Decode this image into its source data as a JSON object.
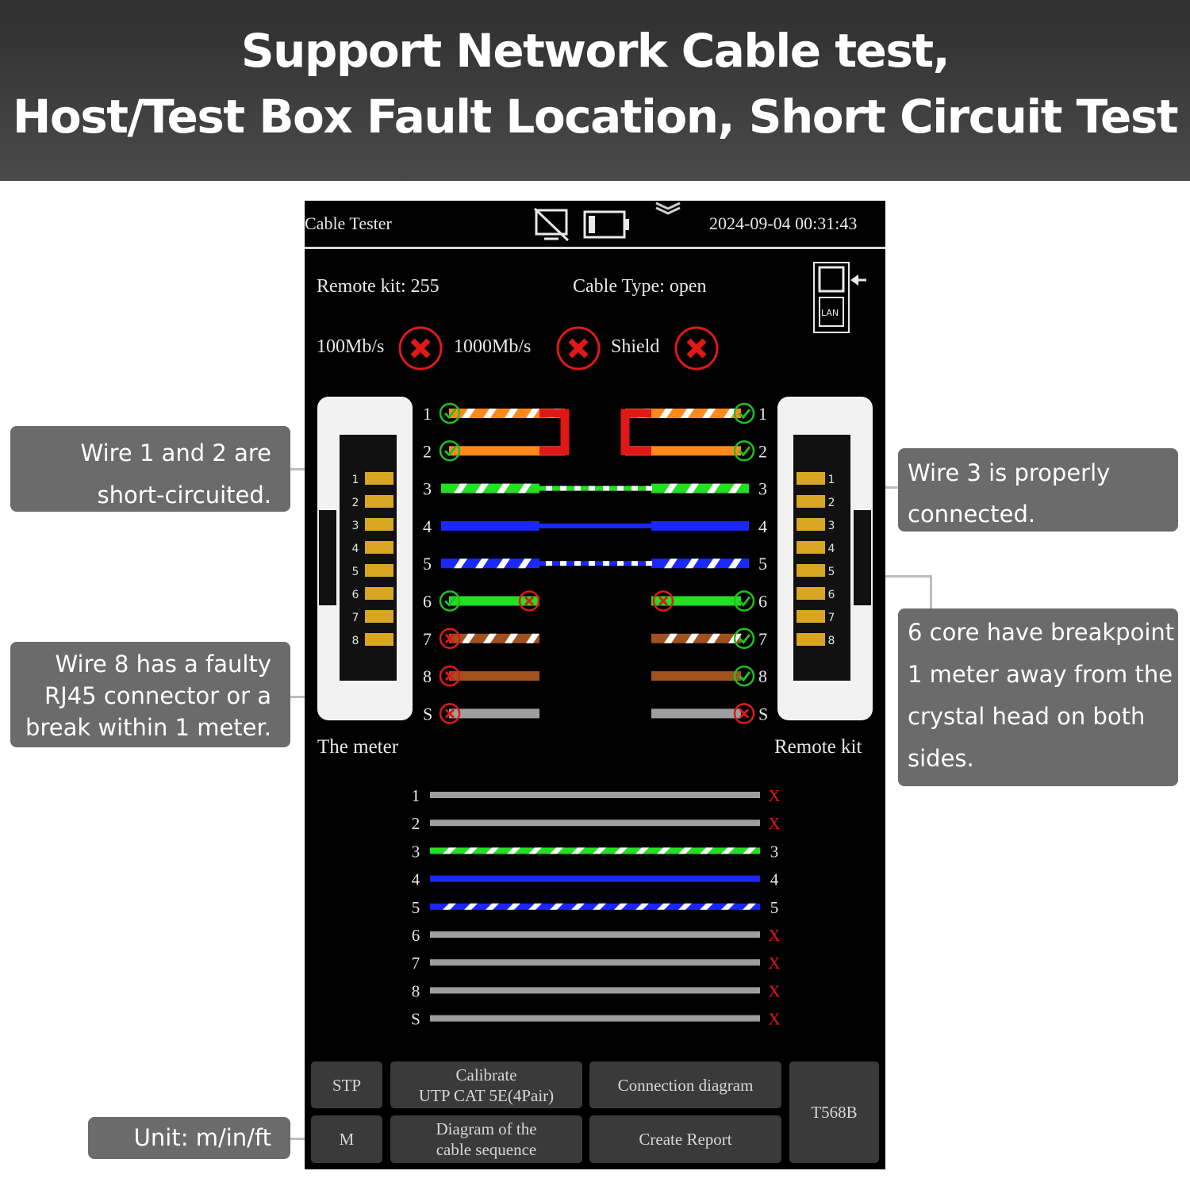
{
  "banner": {
    "line1": "Support Network Cable test,",
    "line2": "Host/Test Box Fault Location, Short Circuit Test"
  },
  "callouts": {
    "short": [
      "Wire 1 and 2 are",
      "short-circuited."
    ],
    "connected": [
      "Wire 3 is properly",
      "connected."
    ],
    "faulty": [
      "Wire 8 has a faulty",
      "RJ45 connector or a",
      "break within 1 meter."
    ],
    "breakpoint": [
      "6 core have breakpoint",
      "1 meter away from the",
      "crystal head on both",
      "sides."
    ],
    "unit": "Unit: m/in/ft"
  },
  "device": {
    "title": "Cable Tester",
    "datetime": "2024-09-04 00:31:43",
    "remote_kit_label": "Remote kit:",
    "remote_kit_value": "255",
    "cable_type_label": "Cable Type:",
    "cable_type_value": "open",
    "lan_label": "LAN",
    "speed_100": "100Mb/s",
    "speed_1000": "1000Mb/s",
    "shield": "Shield",
    "meter_label": "The meter",
    "remote_label": "Remote kit",
    "rj45_pins": [
      "1",
      "2",
      "3",
      "4",
      "5",
      "6",
      "7",
      "8"
    ],
    "icons": [
      "no-display-icon",
      "battery-icon",
      "chevron-down-icon",
      "port-arrow-icon",
      "lan-port-icon",
      "status-fail-icon",
      "status-ok-icon"
    ]
  },
  "colors": {
    "orange": "#ff8a1c",
    "green": "#22e022",
    "blue": "#1a28ff",
    "brown": "#a0521e",
    "grey": "#9e9e9e",
    "fail_red": "#e01818",
    "ok_green": "#20c020"
  },
  "wiremap": [
    {
      "label": "1",
      "color": "orange",
      "striped": true,
      "left": "ok",
      "right": "ok",
      "link": "short"
    },
    {
      "label": "2",
      "color": "orange",
      "striped": false,
      "left": "ok",
      "right": "ok",
      "link": "short"
    },
    {
      "label": "3",
      "color": "green",
      "striped": true,
      "left": "none",
      "right": "none",
      "link": "ok"
    },
    {
      "label": "4",
      "color": "blue",
      "striped": false,
      "left": "none",
      "right": "none",
      "link": "ok"
    },
    {
      "label": "5",
      "color": "blue",
      "striped": true,
      "left": "none",
      "right": "none",
      "link": "ok"
    },
    {
      "label": "6",
      "color": "green",
      "striped": false,
      "left": "ok",
      "right": "ok",
      "link": "break"
    },
    {
      "label": "7",
      "color": "brown",
      "striped": true,
      "left": "fail",
      "right": "ok",
      "link": "break"
    },
    {
      "label": "8",
      "color": "brown",
      "striped": false,
      "left": "fail",
      "right": "ok",
      "link": "break"
    },
    {
      "label": "S",
      "color": "grey",
      "striped": false,
      "left": "fail",
      "right": "fail",
      "link": "break"
    }
  ],
  "sequence": [
    {
      "left": "1",
      "right": "X",
      "color": "grey",
      "striped": false,
      "ok": false
    },
    {
      "left": "2",
      "right": "X",
      "color": "grey",
      "striped": false,
      "ok": false
    },
    {
      "left": "3",
      "right": "3",
      "color": "green",
      "striped": true,
      "ok": true
    },
    {
      "left": "4",
      "right": "4",
      "color": "blue",
      "striped": false,
      "ok": true
    },
    {
      "left": "5",
      "right": "5",
      "color": "blue",
      "striped": true,
      "ok": true
    },
    {
      "left": "6",
      "right": "X",
      "color": "grey",
      "striped": false,
      "ok": false
    },
    {
      "left": "7",
      "right": "X",
      "color": "grey",
      "striped": false,
      "ok": false
    },
    {
      "left": "8",
      "right": "X",
      "color": "grey",
      "striped": false,
      "ok": false
    },
    {
      "left": "S",
      "right": "X",
      "color": "grey",
      "striped": false,
      "ok": false
    }
  ],
  "buttons": {
    "stp": "STP",
    "calibrate": [
      "Calibrate",
      "UTP CAT 5E(4Pair)"
    ],
    "connection": "Connection diagram",
    "standard": "T568B",
    "unit": "M",
    "sequence": [
      "Diagram of the",
      "cable sequence"
    ],
    "report": "Create Report"
  }
}
